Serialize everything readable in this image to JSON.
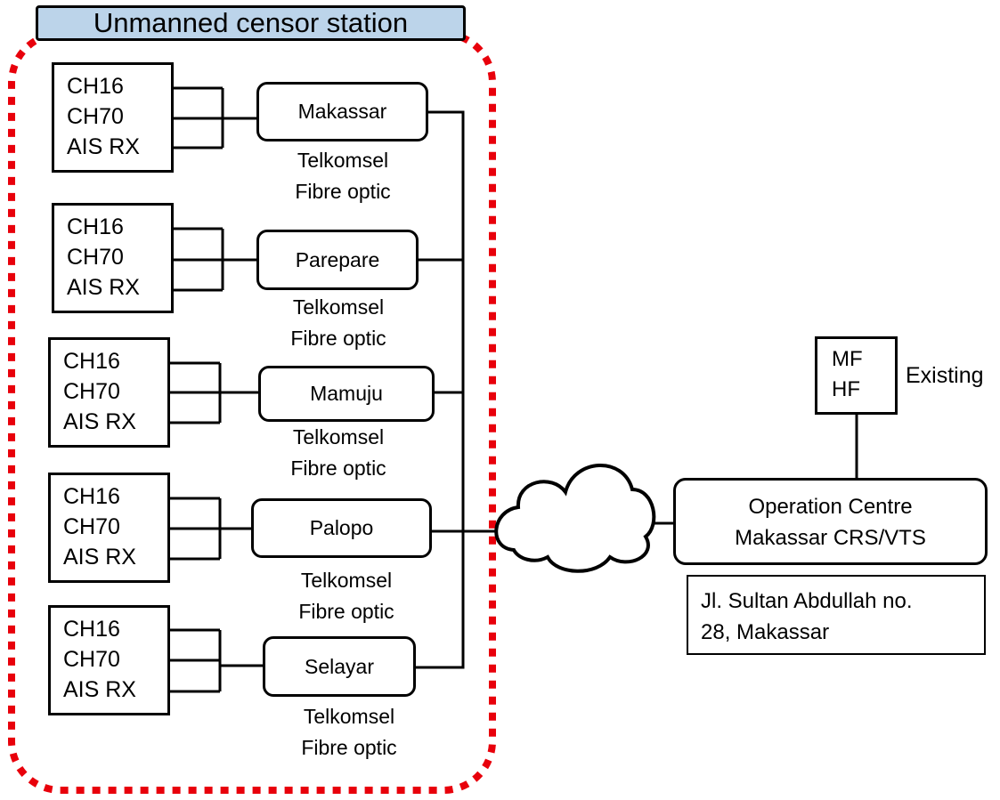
{
  "title": "Unmanned censor station",
  "stations": [
    {
      "channels": [
        "CH16",
        "CH70",
        "AIS RX"
      ],
      "site": "Makassar",
      "caption": [
        "Telkomsel",
        "Fibre optic"
      ]
    },
    {
      "channels": [
        "CH16",
        "CH70",
        "AIS RX"
      ],
      "site": "Parepare",
      "caption": [
        "Telkomsel",
        "Fibre optic"
      ]
    },
    {
      "channels": [
        "CH16",
        "CH70",
        "AIS RX"
      ],
      "site": "Mamuju",
      "caption": [
        "Telkomsel",
        "Fibre optic"
      ]
    },
    {
      "channels": [
        "CH16",
        "CH70",
        "AIS RX"
      ],
      "site": "Palopo",
      "caption": [
        "Telkomsel",
        "Fibre optic"
      ]
    },
    {
      "channels": [
        "CH16",
        "CH70",
        "AIS RX"
      ],
      "site": "Selayar",
      "caption": [
        "Telkomsel",
        "Fibre optic"
      ]
    }
  ],
  "radio": {
    "lines": [
      "MF",
      "HF"
    ],
    "note": "Existing"
  },
  "operation_centre": {
    "lines": [
      "Operation Centre",
      "Makassar CRS/VTS"
    ]
  },
  "address": {
    "lines": [
      "Jl. Sultan Abdullah no.",
      "28, Makassar"
    ]
  },
  "colors": {
    "dotted_border": "#e8000b",
    "title_fill": "#bcd4ea",
    "line": "#000000"
  },
  "icons": {
    "network": "cloud-icon"
  }
}
